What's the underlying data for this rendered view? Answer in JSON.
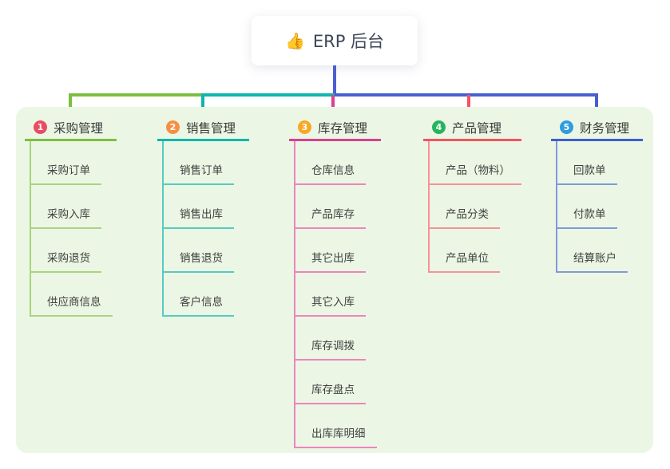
{
  "root": {
    "icon": "👍",
    "label": "ERP 后台"
  },
  "colors": {
    "board_background": "#ebf7e4",
    "root_connector": "#4c5ed3",
    "branch_1_line": "#7cbe41",
    "branch_1_child_line": "#a8d47e",
    "branch_1_badge": "#ea4c62",
    "branch_2_line": "#0fb6ac",
    "branch_2_child_line": "#56cac1",
    "branch_2_badge": "#f78f42",
    "branch_3_line": "#d74191",
    "branch_3_child_line": "#ef84bc",
    "branch_3_badge": "#f9a825",
    "branch_4_line": "#f5535f",
    "branch_4_child_line": "#f9909a",
    "branch_4_badge": "#27b45f",
    "branch_5_line": "#3e60d2",
    "branch_5_child_line": "#8099da",
    "branch_5_badge": "#2d9ce0"
  },
  "branches": [
    {
      "badge": "1",
      "title": "采购管理",
      "children": [
        "采购订单",
        "采购入库",
        "采购退货",
        "供应商信息"
      ]
    },
    {
      "badge": "2",
      "title": "销售管理",
      "children": [
        "销售订单",
        "销售出库",
        "销售退货",
        "客户信息"
      ]
    },
    {
      "badge": "3",
      "title": "库存管理",
      "children": [
        "仓库信息",
        "产品库存",
        "其它出库",
        "其它入库",
        "库存调拨",
        "库存盘点",
        "出库库明细"
      ]
    },
    {
      "badge": "4",
      "title": "产品管理",
      "children": [
        "产品（物料）",
        "产品分类",
        "产品单位"
      ]
    },
    {
      "badge": "5",
      "title": "财务管理",
      "children": [
        "回款单",
        "付款单",
        "结算账户"
      ]
    }
  ]
}
